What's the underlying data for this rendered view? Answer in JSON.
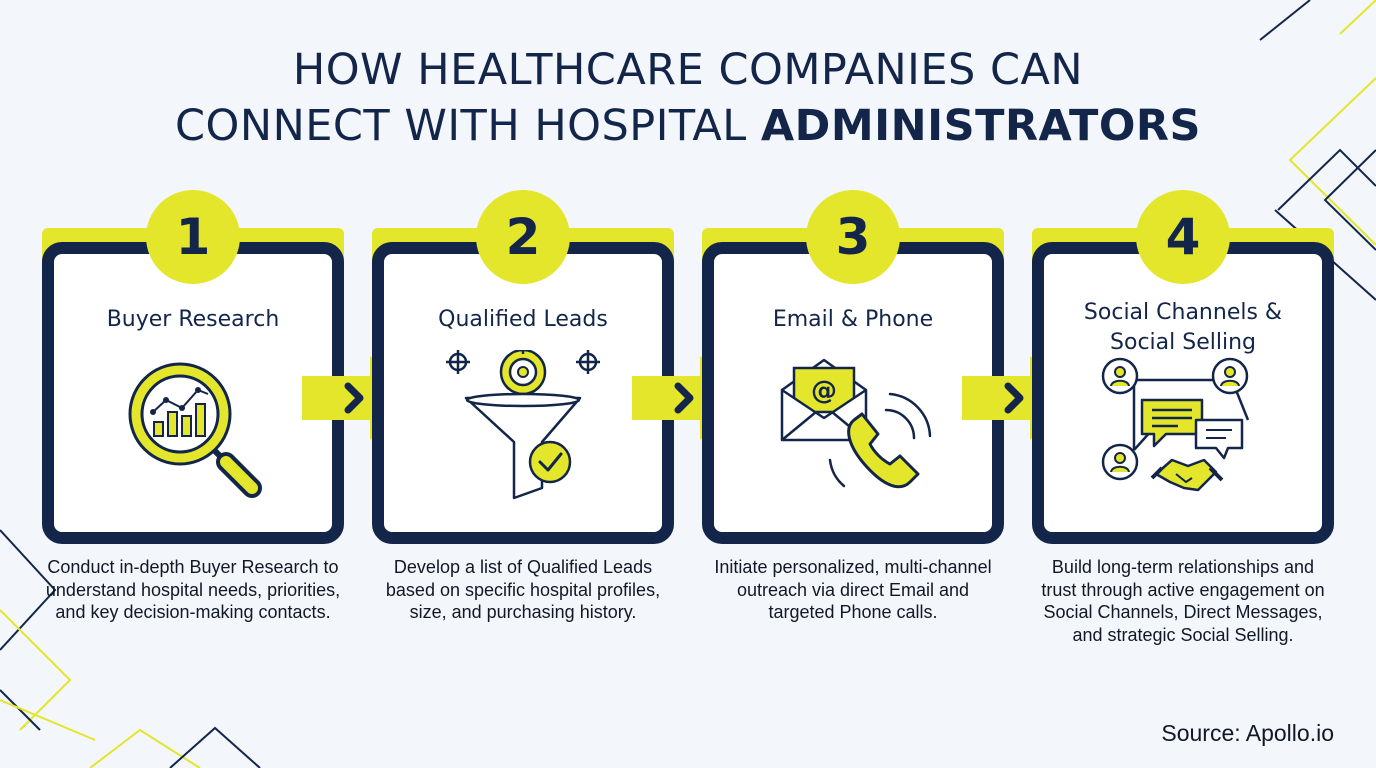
{
  "title": {
    "line1": "HOW HEALTHCARE COMPANIES CAN",
    "line2_regular": "CONNECT WITH HOSPITAL",
    "line2_bold": "ADMINISTRATORS"
  },
  "steps": [
    {
      "number": "1",
      "title_line1": "Buyer Research",
      "title_line2": "",
      "icon": "magnifier-chart-icon",
      "description": "Conduct in-depth Buyer Research to understand hospital needs, priorities, and key decision-making contacts."
    },
    {
      "number": "2",
      "title_line1": "Qualified Leads",
      "title_line2": "",
      "icon": "funnel-target-icon",
      "description": "Develop a list of Qualified Leads based on specific hospital profiles, size, and purchasing history."
    },
    {
      "number": "3",
      "title_line1": "Email & Phone",
      "title_line2": "",
      "icon": "email-phone-icon",
      "description": "Initiate personalized, multi-channel outreach via direct Email and targeted Phone calls."
    },
    {
      "number": "4",
      "title_line1": "Social Channels &",
      "title_line2": "Social Selling",
      "icon": "social-network-icon",
      "description": "Build long-term relationships and trust through active engagement on Social Channels, Direct Messages, and strategic Social Selling."
    }
  ],
  "source": "Source: Apollo.io",
  "colors": {
    "navy": "#13264a",
    "yellow": "#e3e62a",
    "background": "#f3f6fa"
  }
}
